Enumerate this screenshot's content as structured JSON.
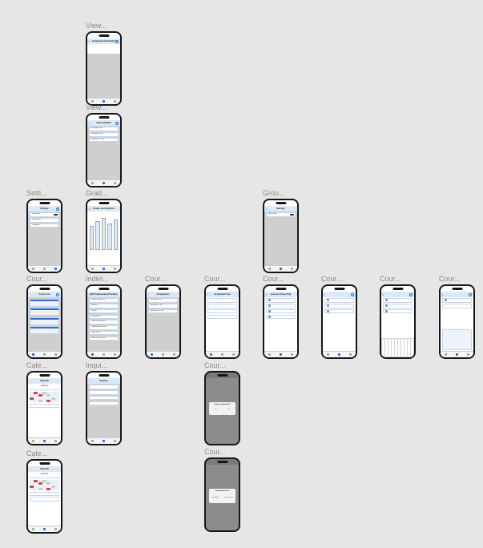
{
  "frames": [
    {
      "label": "View..."
    },
    {
      "label": "View..."
    },
    {
      "label": "Setti..."
    },
    {
      "label": "Grad..."
    },
    {
      "label": "Grou..."
    },
    {
      "label": "Cour..."
    },
    {
      "label": "Indivi..."
    },
    {
      "label": "Cour..."
    },
    {
      "label": "Cour..."
    },
    {
      "label": "Cour..."
    },
    {
      "label": "Cour..."
    },
    {
      "label": "Cour..."
    },
    {
      "label": "Cour..."
    },
    {
      "label": "Cale..."
    },
    {
      "label": "Inqui..."
    },
    {
      "label": "Cour..."
    },
    {
      "label": "Cale..."
    },
    {
      "label": "Cour..."
    }
  ],
  "screens": {
    "view1": {
      "title": "Assignment Information"
    },
    "view2": {
      "title": "View Feedback",
      "items": [
        "Assignment One",
        "Assignment Two",
        "Assignment Three"
      ]
    },
    "settings": {
      "title": "Settings",
      "items": [
        "Dark Mode",
        "Notifications",
        "Language"
      ]
    },
    "grades": {
      "title": "Grades and Analytics"
    },
    "group": {
      "title": "Settings",
      "items": [
        "AWS Group"
      ]
    },
    "courses": {
      "title": "Course List"
    },
    "individual": {
      "title": "AWS Engineering Principles",
      "items": [
        "Course Information",
        "Modules",
        "Grades",
        "Assignments",
        "Student Information",
        "Download All Content",
        "Email Tutor",
        "Add to My Calendar"
      ]
    },
    "assignments": {
      "title": "Assignments",
      "items": [
        "Assignment One",
        "Assignment Two",
        "Assignment Three"
      ]
    },
    "assignment_one": {
      "title": "Assignment One"
    },
    "cohort": {
      "title": "Lecturer Group Chat"
    },
    "dialog1": {
      "title": "Submit assignment?",
      "buttons": [
        "Yes",
        "No"
      ]
    },
    "dialog2": {
      "title": "Confirmation Error",
      "buttons": [
        "Try Again",
        "Leave Now"
      ]
    },
    "calendar1": {
      "title": "Calendar",
      "month": "February"
    },
    "calendar2": {
      "title": "Calendar",
      "month": "February"
    },
    "inquiries": {
      "title": "Inquiries"
    }
  }
}
